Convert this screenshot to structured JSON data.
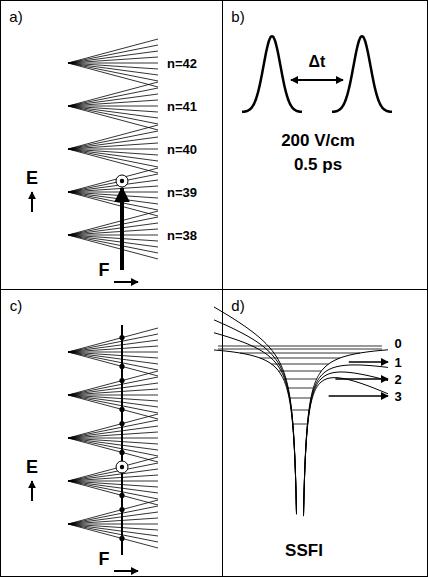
{
  "diagram": {
    "nodes": [
      {
        "text": [
          "a)",
          "n=42",
          "n=41",
          "n=40",
          "n=39",
          "n=38",
          "E",
          "F"
        ]
      },
      {
        "text": [
          "b)",
          "Δt",
          "200 V/cm",
          "0.5 ps"
        ]
      },
      {
        "text": [
          "c)",
          "E",
          "F"
        ]
      },
      {
        "text": [
          "d)",
          "0",
          "1",
          "2",
          "3",
          "SSFI"
        ]
      }
    ]
  }
}
